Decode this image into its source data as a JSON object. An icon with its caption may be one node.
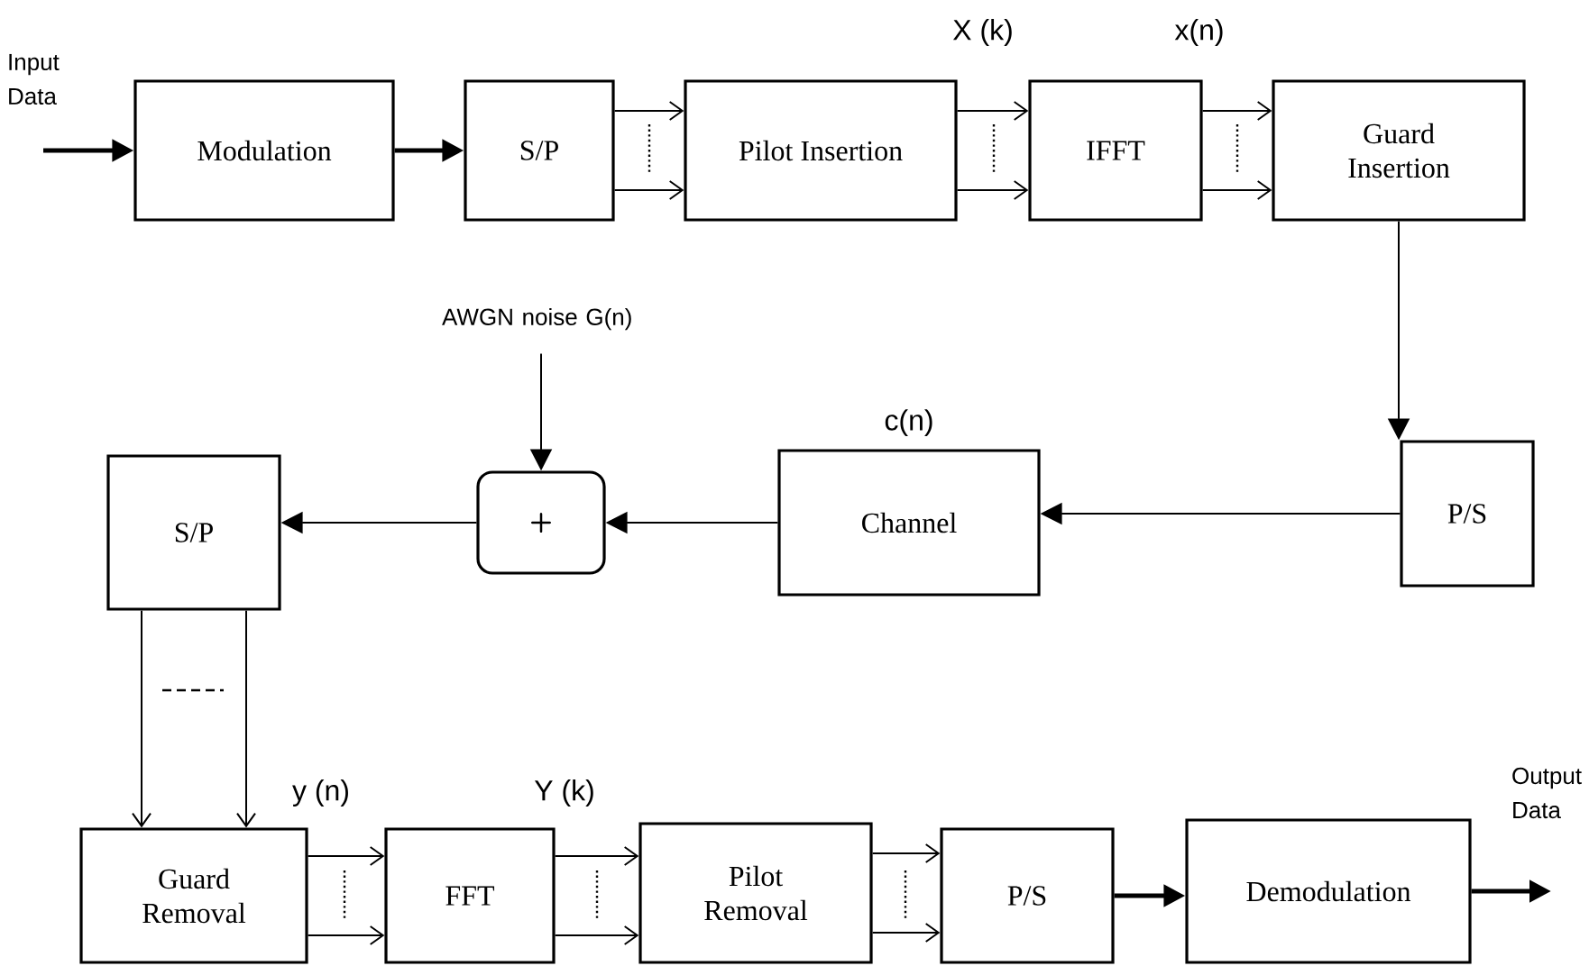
{
  "diagram": {
    "nodes": [
      {
        "text": [
          "Input Data"
        ]
      },
      {
        "text": [
          "Modulation"
        ]
      },
      {
        "text": [
          "S/P"
        ]
      },
      {
        "text": [
          "Pilot Insertion"
        ]
      },
      {
        "text": [
          "IFFT"
        ]
      },
      {
        "text": [
          "Guard Insertion"
        ]
      },
      {
        "text": [
          "P/S"
        ]
      },
      {
        "text": [
          "Channel"
        ],
        "beside": [
          "c(n)"
        ]
      },
      {
        "text": [
          "+"
        ]
      },
      {
        "text": [
          "S/P"
        ]
      },
      {
        "text": [
          "Guard Removal"
        ]
      },
      {
        "text": [
          "FFT"
        ]
      },
      {
        "text": [
          "Pilot Removal"
        ]
      },
      {
        "text": [
          "P/S"
        ]
      },
      {
        "text": [
          "Demodulation"
        ]
      },
      {
        "text": [
          "Output Data"
        ]
      },
      {
        "text": [
          "AWGN noise G(n)"
        ]
      }
    ],
    "edges": [
      {
        "from": 0,
        "to": 1,
        "arrow": "to",
        "style": "thick"
      },
      {
        "from": 1,
        "to": 2,
        "arrow": "to",
        "style": "thick"
      },
      {
        "from": 2,
        "to": 3,
        "arrow": "to"
      },
      {
        "from": 2,
        "to": 3,
        "arrow": "to"
      },
      {
        "from": 3,
        "to": 4,
        "arrow": "to"
      },
      {
        "from": 3,
        "to": 4,
        "arrow": "to"
      },
      {
        "from": 4,
        "to": 5,
        "arrow": "to"
      },
      {
        "from": 4,
        "to": 5,
        "arrow": "to"
      },
      {
        "from": 5,
        "to": 6,
        "arrow": "to"
      },
      {
        "from": 6,
        "to": 7,
        "arrow": "to"
      },
      {
        "from": 7,
        "to": 8,
        "arrow": "to"
      },
      {
        "from": 16,
        "to": 8,
        "arrow": "to"
      },
      {
        "from": 8,
        "to": 9,
        "arrow": "to"
      },
      {
        "from": 9,
        "to": 10,
        "arrow": "to"
      },
      {
        "from": 9,
        "to": 10,
        "arrow": "to"
      },
      {
        "from": 10,
        "to": 11,
        "arrow": "to"
      },
      {
        "from": 10,
        "to": 11,
        "arrow": "to"
      },
      {
        "from": 11,
        "to": 12,
        "arrow": "to"
      },
      {
        "from": 11,
        "to": 12,
        "arrow": "to"
      },
      {
        "from": 12,
        "to": 13,
        "arrow": "to"
      },
      {
        "from": 12,
        "to": 13,
        "arrow": "to"
      },
      {
        "from": 13,
        "to": 14,
        "arrow": "to",
        "style": "thick"
      },
      {
        "from": 14,
        "to": 15,
        "arrow": "to",
        "style": "thick"
      }
    ],
    "labels": [
      "X (k)",
      "x(n)",
      "y (n)",
      "Y (k)"
    ]
  }
}
